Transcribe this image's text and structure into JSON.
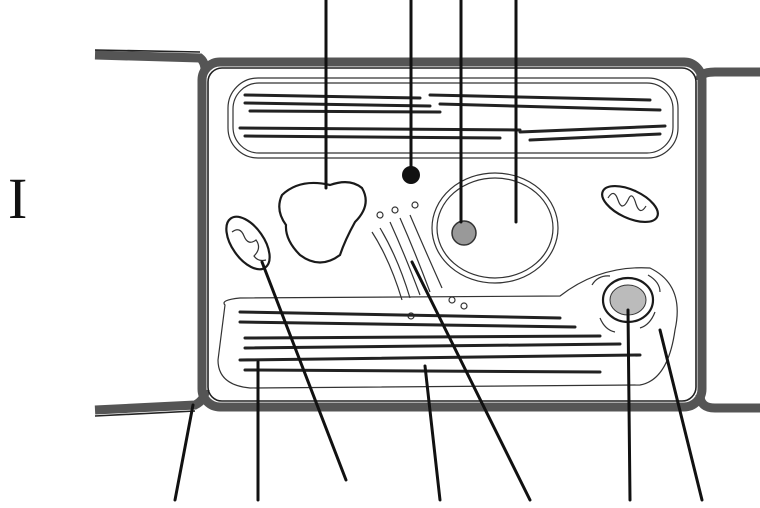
{
  "figure": {
    "label": "I"
  },
  "structures": {
    "leader_count_top": 4,
    "leader_count_bottom": 7
  },
  "colors": {
    "ink": "#111111",
    "wall": "#555555",
    "background": "#ffffff"
  }
}
